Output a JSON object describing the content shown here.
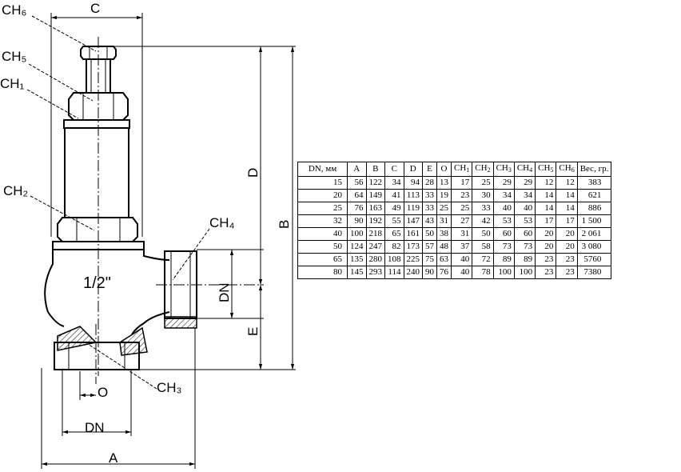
{
  "drawing": {
    "labels": {
      "ch6": "CH₆",
      "ch5": "CH₅",
      "ch1": "CH₁",
      "ch2": "CH₂",
      "ch4": "CH₄",
      "ch3": "CH₃",
      "size": "1/2\"",
      "c": "C",
      "d": "D",
      "b": "B",
      "dn_side": "DN",
      "e": "E",
      "o": "O",
      "dn_bottom": "DN",
      "a": "A"
    }
  },
  "table": {
    "headers": [
      {
        "main": "DN, мм",
        "sub": ""
      },
      {
        "main": "A",
        "sub": ""
      },
      {
        "main": "B",
        "sub": ""
      },
      {
        "main": "C",
        "sub": ""
      },
      {
        "main": "D",
        "sub": ""
      },
      {
        "main": "E",
        "sub": ""
      },
      {
        "main": "O",
        "sub": ""
      },
      {
        "main": "CH",
        "sub": "1"
      },
      {
        "main": "CH",
        "sub": "2"
      },
      {
        "main": "CH",
        "sub": "3"
      },
      {
        "main": "CH",
        "sub": "4"
      },
      {
        "main": "CH",
        "sub": "5"
      },
      {
        "main": "CH",
        "sub": "6"
      },
      {
        "main": "Вес, гр.",
        "sub": ""
      }
    ],
    "rows": [
      [
        "15",
        "56",
        "122",
        "34",
        "94",
        "28",
        "13",
        "17",
        "25",
        "29",
        "29",
        "12",
        "12",
        "383"
      ],
      [
        "20",
        "64",
        "149",
        "41",
        "113",
        "33",
        "19",
        "23",
        "30",
        "34",
        "34",
        "14",
        "14",
        "621"
      ],
      [
        "25",
        "76",
        "163",
        "49",
        "119",
        "33",
        "25",
        "25",
        "33",
        "40",
        "40",
        "14",
        "14",
        "886"
      ],
      [
        "32",
        "90",
        "192",
        "55",
        "147",
        "43",
        "31",
        "27",
        "42",
        "53",
        "53",
        "17",
        "17",
        "1 500"
      ],
      [
        "40",
        "100",
        "218",
        "65",
        "161",
        "50",
        "38",
        "31",
        "50",
        "60",
        "60",
        "20",
        "20",
        "2 061"
      ],
      [
        "50",
        "124",
        "247",
        "82",
        "173",
        "57",
        "48",
        "37",
        "58",
        "73",
        "73",
        "20",
        "20",
        "3 080"
      ],
      [
        "65",
        "135",
        "280",
        "108",
        "225",
        "75",
        "63",
        "40",
        "72",
        "89",
        "89",
        "23",
        "23",
        "5760"
      ],
      [
        "80",
        "145",
        "293",
        "114",
        "240",
        "90",
        "76",
        "40",
        "78",
        "100",
        "100",
        "23",
        "23",
        "7380"
      ]
    ]
  }
}
